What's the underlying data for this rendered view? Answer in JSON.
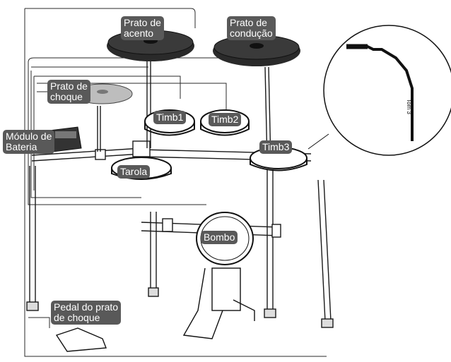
{
  "labels": {
    "crash_cymbal": "Prato de\nchoque",
    "accent_cymbal": "Prato de\nacento",
    "ride_cymbal": "Prato de\ncondução",
    "module": "Módulo de\nBateria",
    "tom1": "Timb1",
    "tom2": "Timb2",
    "tom3": "Timb3",
    "snare": "Tarola",
    "kick": "Bombo",
    "hihat_pedal": "Pedal do prato\nde choque"
  },
  "cable_tag": "Tom 3",
  "colors": {
    "label_bg": "#595959",
    "label_text": "#ffffff",
    "line": "#1a1a1a"
  }
}
